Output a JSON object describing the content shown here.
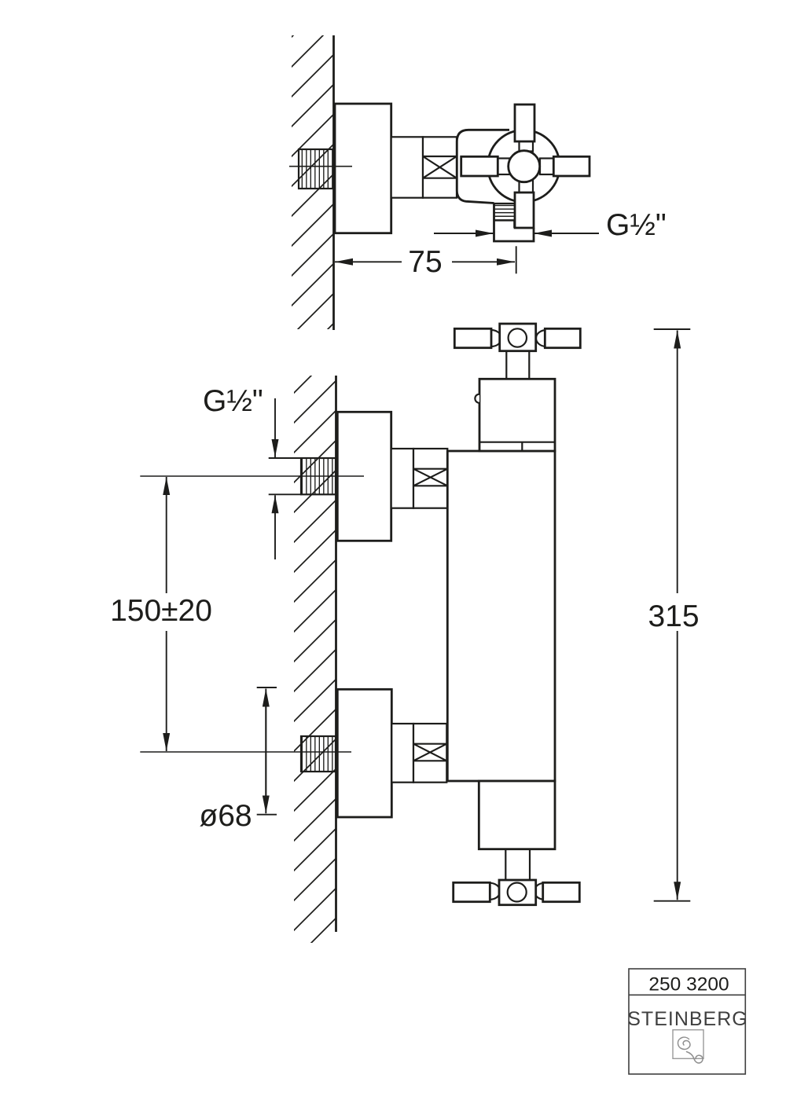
{
  "top_view": {
    "wall_to_outlet_center": "75",
    "outlet_thread_size": "G½\""
  },
  "front_view": {
    "inlet_thread_size": "G½\"",
    "connection_spacing": "150±20",
    "escutcheon_diameter": "ø68",
    "overall_height": "315"
  },
  "title_block": {
    "article_number": "250 3200",
    "brand": "STEINBERG"
  },
  "colors": {
    "line": "#1d1d1b",
    "title_block": "#3f3f3f"
  }
}
